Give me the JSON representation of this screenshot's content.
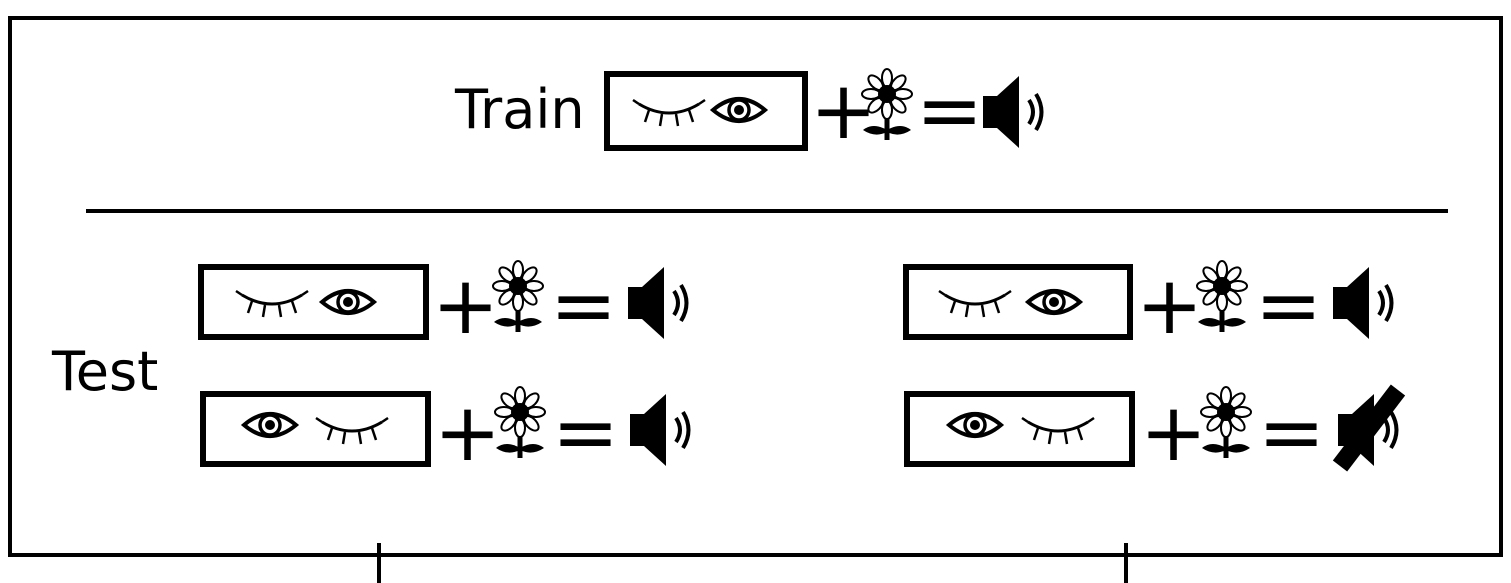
{
  "labels": {
    "train": "Train",
    "test": "Test"
  },
  "symbols": {
    "plus": "+",
    "equals": "="
  },
  "rows": [
    {
      "name": "train",
      "order": [
        "eye-closed",
        "eye-open"
      ],
      "sound": "sound-on"
    },
    {
      "name": "test-left-1",
      "order": [
        "eye-closed",
        "eye-open"
      ],
      "sound": "sound-on"
    },
    {
      "name": "test-left-2",
      "order": [
        "eye-open",
        "eye-closed"
      ],
      "sound": "sound-on"
    },
    {
      "name": "test-right-1",
      "order": [
        "eye-closed",
        "eye-open"
      ],
      "sound": "sound-on"
    },
    {
      "name": "test-right-2",
      "order": [
        "eye-open",
        "eye-closed"
      ],
      "sound": "sound-off"
    }
  ],
  "icons": [
    "eye-closed-icon",
    "eye-open-icon",
    "flower-icon",
    "speaker-icon",
    "muted-speaker-icon"
  ],
  "colors": {
    "ink": "#000000",
    "background": "#ffffff"
  }
}
